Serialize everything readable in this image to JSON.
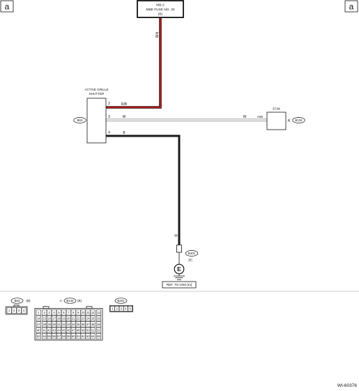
{
  "page_markers": {
    "left": "a",
    "right": "a"
  },
  "fuse": {
    "line1": "MB-2",
    "line2": "MBE FUSE NO. 30",
    "line3": "(B)"
  },
  "shutter": {
    "title_line1": "ACTIVE GRILLE",
    "title_line2": "SHUTTER",
    "connector": "B63",
    "pins": [
      "2",
      "3",
      "4"
    ]
  },
  "wires": {
    "rb": {
      "label_fuse_side": "R/B",
      "label_pin_side": "R/B"
    },
    "w": {
      "label_shutter_side": "W",
      "label_ecm_side": "W"
    },
    "b": {
      "label_pin_side": "B",
      "label_joint_side": "B"
    }
  },
  "ecm": {
    "title": "ECM",
    "terminal": "A55",
    "prefix": "A:",
    "connector": "B134"
  },
  "joint": {
    "connector": "B401",
    "label": "J/C"
  },
  "ground": {
    "symbol": "E",
    "reference": "REF. TO GND [m]"
  },
  "connector_views": {
    "b63": {
      "id": "B63",
      "suffix": "(B)",
      "rows": [
        [
          "1",
          "2",
          "3",
          "4"
        ]
      ]
    },
    "b134": {
      "prefix": "A:",
      "id": "B134",
      "suffix": "(B)",
      "rows": [
        [
          "1",
          "2",
          "3",
          "4",
          "5",
          "6",
          "7",
          "8",
          "9",
          "10",
          "11",
          "12",
          "13"
        ],
        [
          "14",
          "15",
          "16",
          "17",
          "18",
          "19",
          "20",
          "21",
          "22",
          "23",
          "24",
          "25",
          "26"
        ],
        [
          "27",
          "28",
          "29",
          "30",
          "31",
          "32",
          "33",
          "34",
          "35",
          "36",
          "37",
          "38",
          "39"
        ],
        [
          "40",
          "41",
          "42",
          "43",
          "44",
          "45",
          "46",
          "47",
          "48",
          "49",
          "50",
          "51",
          "52"
        ],
        [
          "53",
          "54",
          "55",
          "56",
          "57",
          "58",
          "59",
          "60",
          "61",
          "62",
          "63",
          "64",
          "65"
        ]
      ]
    },
    "b401": {
      "id": "B401",
      "rows": [
        [
          "1",
          "2",
          "3",
          "4",
          "5"
        ]
      ]
    }
  },
  "figure_code": "WI-60376",
  "colors": {
    "rb_wire": "#a31d1d",
    "rb_wire_edge": "#2a0b0b",
    "w_wire": "#ffffff",
    "w_wire_edge": "#7d7d7d",
    "b_wire": "#1a1a1a"
  }
}
